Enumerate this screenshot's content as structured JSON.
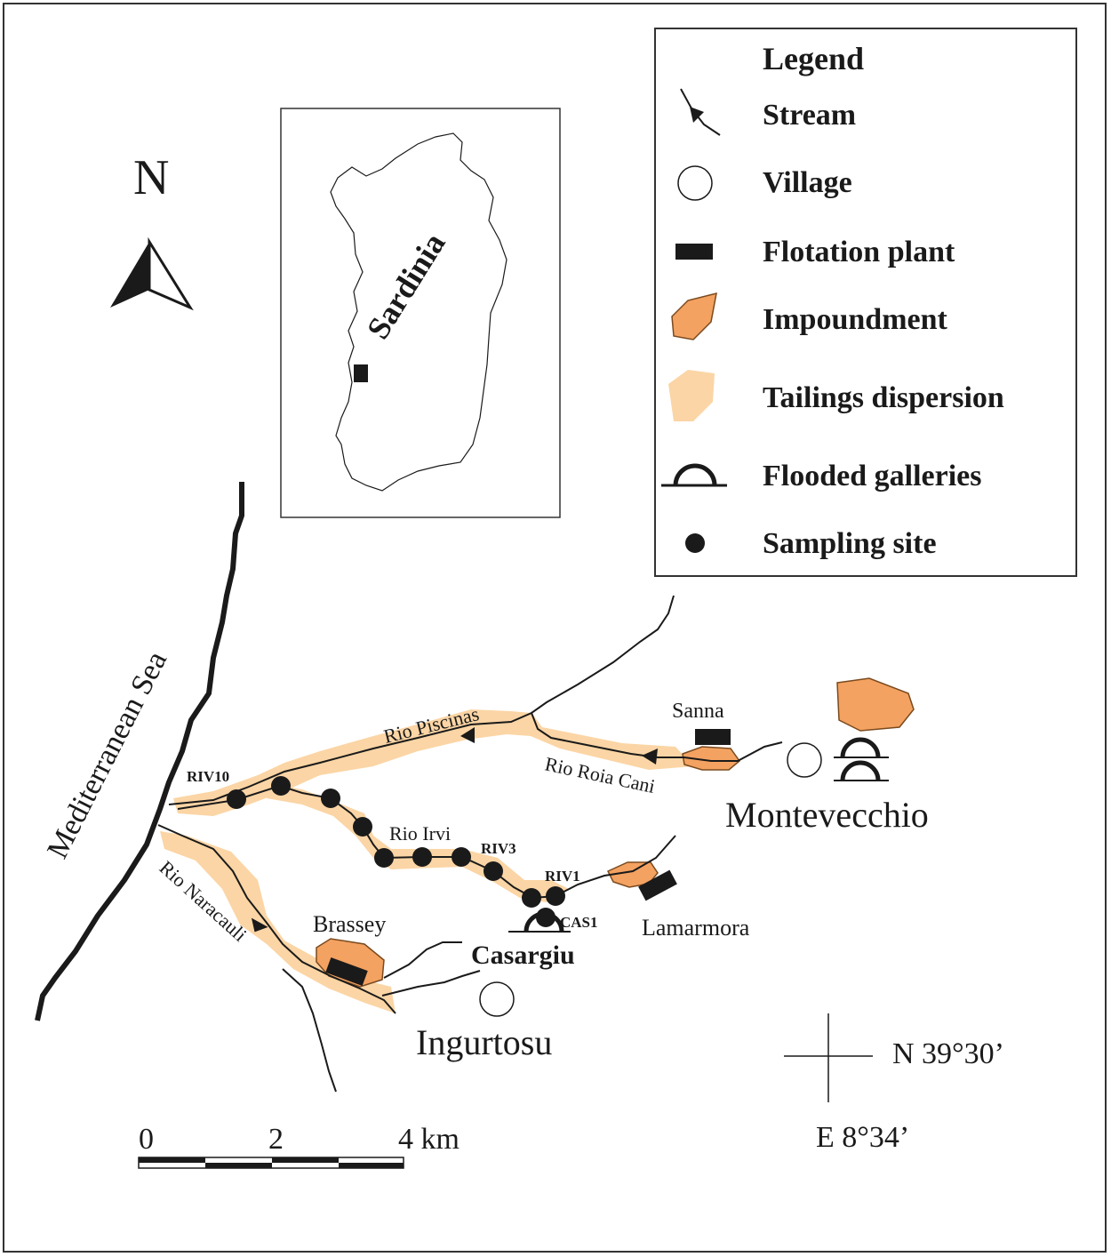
{
  "legend": {
    "title": "Legend",
    "items": [
      {
        "label": "Stream",
        "icon": "stream-arrow-icon"
      },
      {
        "label": "Village",
        "icon": "village-circle-icon"
      },
      {
        "label": "Flotation plant",
        "icon": "flotation-plant-icon"
      },
      {
        "label": "Impoundment",
        "icon": "impoundment-icon"
      },
      {
        "label": "Tailings dispersion",
        "icon": "tailings-dispersion-icon"
      },
      {
        "label": "Flooded galleries",
        "icon": "flooded-galleries-icon"
      },
      {
        "label": "Sampling site",
        "icon": "sampling-site-icon"
      }
    ]
  },
  "north": {
    "label": "N"
  },
  "inset": {
    "label": "Sardinia"
  },
  "sea": {
    "label": "Mediterranean Sea"
  },
  "rivers": {
    "piscinas": "Rio Piscinas",
    "roia_cani": "Rio Roia Cani",
    "irvi": "Rio Irvi",
    "naracauli": "Rio Naracauli"
  },
  "sites": {
    "riv10": "RIV10",
    "riv3": "RIV3",
    "riv1": "RIV1",
    "cas1": "CAS1"
  },
  "places": {
    "sanna": "Sanna",
    "montevecchio": "Montevecchio",
    "lamarmora": "Lamarmora",
    "brassey": "Brassey",
    "casargiu": "Casargiu",
    "ingurtosu": "Ingurtosu"
  },
  "scale": {
    "ticks": [
      "0",
      "2",
      "4 km"
    ]
  },
  "coords": {
    "lat": "N 39°30’",
    "lon": "E 8°34’"
  },
  "colors": {
    "impoundment": "#f4a261",
    "tailings": "#fbd5a5",
    "line": "#1a1a1a"
  }
}
